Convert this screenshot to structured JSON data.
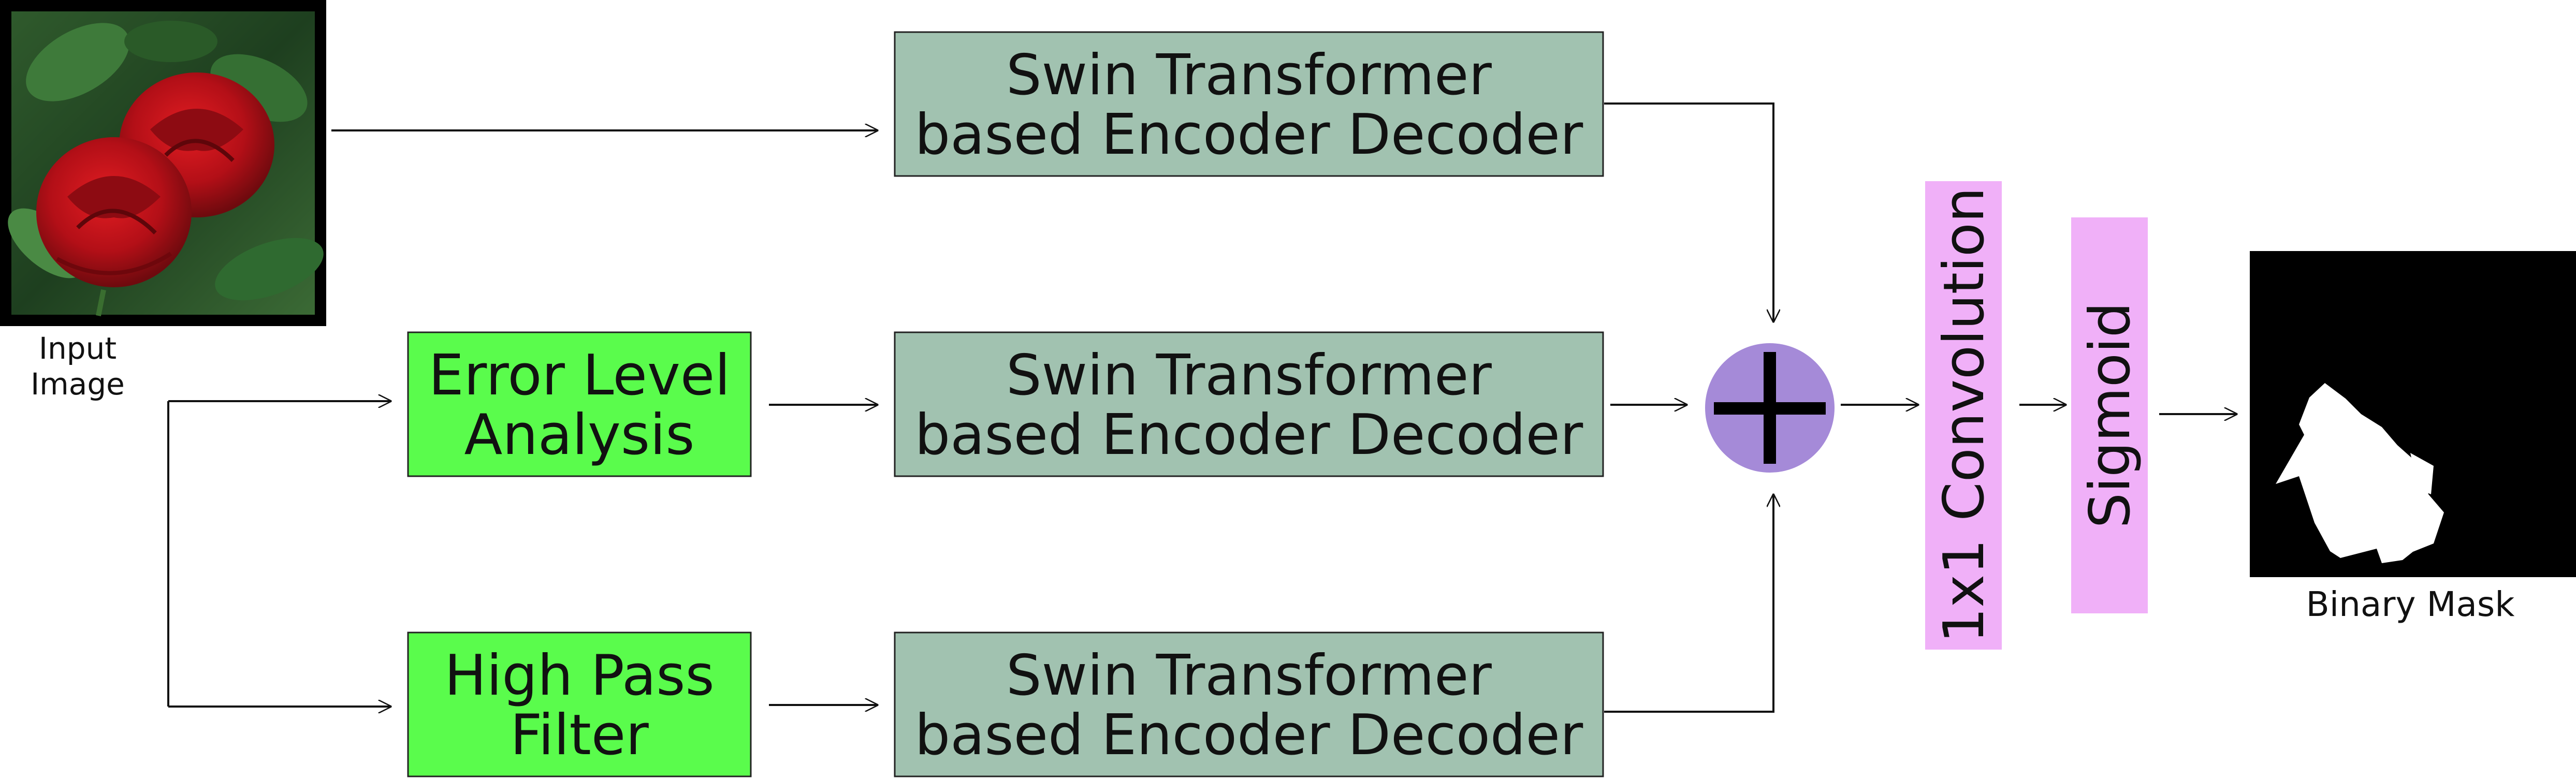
{
  "input": {
    "caption_line1": "Input",
    "caption_line2": "Image"
  },
  "blocks": {
    "swin_top": {
      "line1": "Swin Transformer",
      "line2": "based Encoder Decoder"
    },
    "swin_mid": {
      "line1": "Swin Transformer",
      "line2": "based Encoder Decoder"
    },
    "swin_bottom": {
      "line1": "Swin Transformer",
      "line2": "based Encoder Decoder"
    },
    "ela": {
      "line1": "Error Level",
      "line2": "Analysis"
    },
    "hpf": {
      "line1": "High Pass",
      "line2": "Filter"
    },
    "conv": {
      "label": "1x1 Convolution"
    },
    "sigmoid": {
      "label": "Sigmoid"
    }
  },
  "output": {
    "caption": "Binary Mask"
  },
  "colors": {
    "swin": "#a1c2b0",
    "filter": "#5afc4c",
    "conv_sigmoid": "#f0b0f8",
    "adder": "#a58ad8",
    "mask_bg": "#000000",
    "mask_fg": "#ffffff"
  },
  "icons": {
    "adder": "plus-icon"
  }
}
